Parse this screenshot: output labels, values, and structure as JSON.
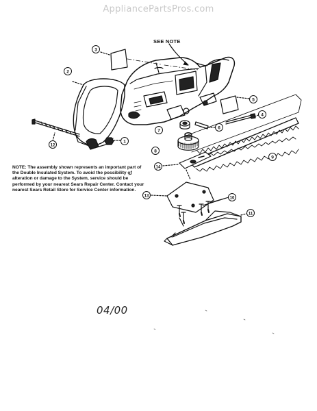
{
  "watermark": "AppliancePartsPros.com",
  "header_note": "SEE NOTE",
  "note": {
    "lead": "NOTE:",
    "text": "The assembly shown represents an important part of the Double Insulated System. To avoid the possibility of alteration or damage to the System, service should be performed by your nearest Sears Repair Center. Contact your nearest Sears Retail Store for Service Center information."
  },
  "date": "04/00",
  "callouts": [
    {
      "id": "c1",
      "label": "1"
    },
    {
      "id": "c2",
      "label": "2"
    },
    {
      "id": "c3",
      "label": "3"
    },
    {
      "id": "c4",
      "label": "4"
    },
    {
      "id": "c5",
      "label": "5"
    },
    {
      "id": "c6",
      "label": "6"
    },
    {
      "id": "c7",
      "label": "7"
    },
    {
      "id": "c8",
      "label": "8"
    },
    {
      "id": "c9",
      "label": "9"
    },
    {
      "id": "c10",
      "label": "10"
    },
    {
      "id": "c11",
      "label": "11"
    },
    {
      "id": "c12",
      "label": "12"
    },
    {
      "id": "c13",
      "label": "13"
    },
    {
      "id": "c14",
      "label": "14"
    }
  ]
}
